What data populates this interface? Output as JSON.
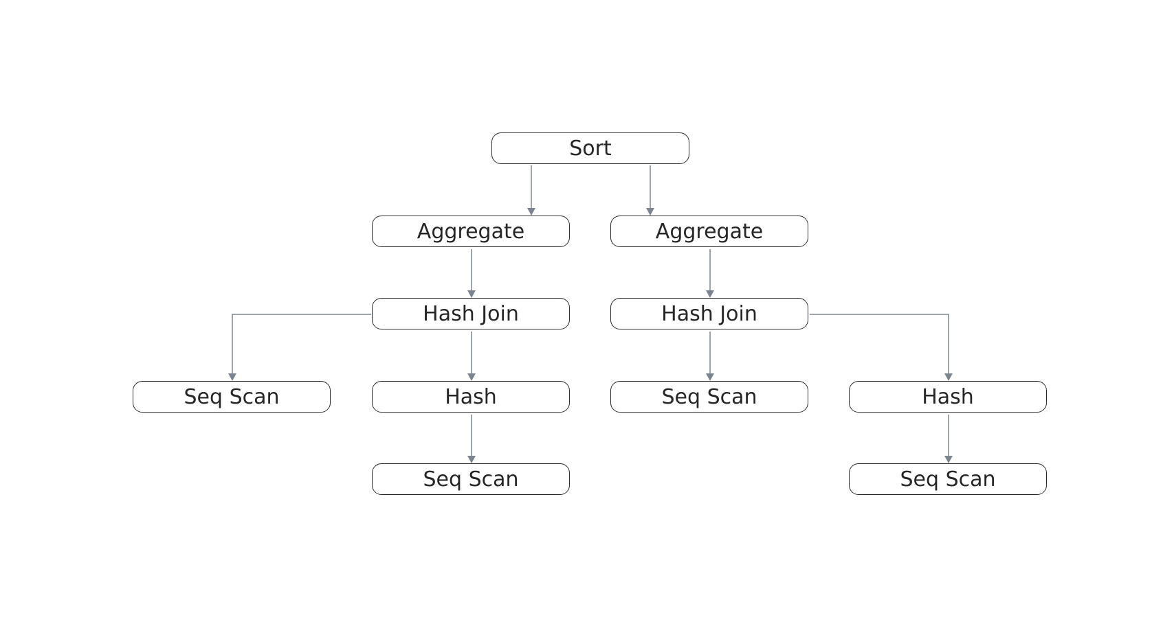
{
  "diagram": {
    "edge_color": "#7b8592",
    "nodes": {
      "sort": {
        "label": "Sort"
      },
      "aggregate_left": {
        "label": "Aggregate"
      },
      "aggregate_right": {
        "label": "Aggregate"
      },
      "hash_join_left": {
        "label": "Hash Join"
      },
      "hash_join_right": {
        "label": "Hash Join"
      },
      "seq_scan_1": {
        "label": "Seq Scan"
      },
      "hash_left": {
        "label": "Hash"
      },
      "seq_scan_2": {
        "label": "Seq Scan"
      },
      "hash_right": {
        "label": "Hash"
      },
      "seq_scan_3": {
        "label": "Seq Scan"
      },
      "seq_scan_4": {
        "label": "Seq Scan"
      }
    },
    "edges": [
      {
        "from": "sort",
        "to": "aggregate_left"
      },
      {
        "from": "sort",
        "to": "aggregate_right"
      },
      {
        "from": "aggregate_left",
        "to": "hash_join_left"
      },
      {
        "from": "aggregate_right",
        "to": "hash_join_right"
      },
      {
        "from": "hash_join_left",
        "to": "seq_scan_1"
      },
      {
        "from": "hash_join_left",
        "to": "hash_left"
      },
      {
        "from": "hash_join_right",
        "to": "seq_scan_2"
      },
      {
        "from": "hash_join_right",
        "to": "hash_right"
      },
      {
        "from": "hash_left",
        "to": "seq_scan_3"
      },
      {
        "from": "hash_right",
        "to": "seq_scan_4"
      }
    ]
  }
}
